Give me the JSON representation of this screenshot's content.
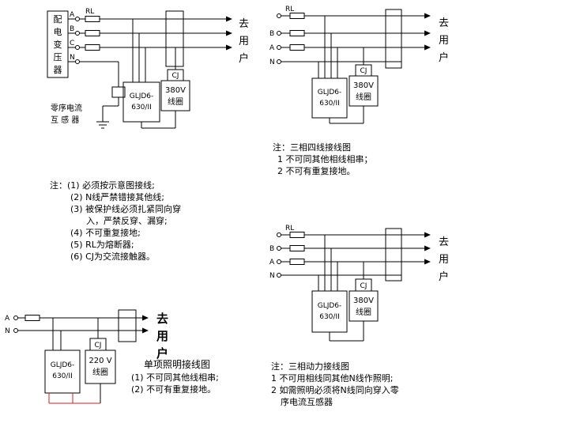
{
  "colors": {
    "line": "#000000",
    "red": "#cc2222",
    "background": "#ffffff"
  },
  "d1": {
    "transformer": [
      "配",
      "电",
      "变",
      "压",
      "器"
    ],
    "rl": "RL",
    "phases": [
      "A",
      "B",
      "C"
    ],
    "n": "N",
    "to_user": [
      "去",
      "用",
      "户"
    ],
    "ct_label": [
      "零序电流",
      "互 感 器"
    ],
    "device": [
      "GLJD6-",
      "630/II"
    ],
    "cj": "CJ",
    "coil": [
      "380V",
      "线圈"
    ]
  },
  "d2": {
    "rl": "RL",
    "phases": [
      "B",
      "A"
    ],
    "n": "N",
    "to_user": [
      "去",
      "用",
      "户"
    ],
    "device": [
      "GLJD6-",
      "630/II"
    ],
    "cj": "CJ",
    "coil": [
      "380V",
      "线圈"
    ]
  },
  "notes_d2": {
    "title": "注：三相四线接线图",
    "items": [
      "1 不可同其他相线相串；",
      "2 不可有重复接地。"
    ]
  },
  "notes_main": {
    "prefix": "注：",
    "lines": [
      "(1) 必须按示意图接线;",
      "(2) N线严禁错接其他线;",
      "(3) 被保护线必须扎紧同向穿",
      "入，严禁反穿、漏穿;",
      "(4) 不可重复接地;",
      "(5) RL为熔断器;",
      "(6) CJ为交流接触器。"
    ]
  },
  "d3": {
    "phase": "A",
    "n": "N",
    "to_user": [
      "去",
      "用",
      "户"
    ],
    "device": [
      "GLJD6-",
      "630/II"
    ],
    "cj": "CJ",
    "coil": [
      "220 V",
      "线圈"
    ]
  },
  "notes_d3": {
    "title": "单项照明接线图",
    "items": [
      "(1) 不可同其他线相串;",
      "(2) 不可有重复接地。"
    ]
  },
  "d4": {
    "rl": "RL",
    "phases": [
      "B",
      "A"
    ],
    "n": "N",
    "to_user": [
      "去",
      "用",
      "户"
    ],
    "device": [
      "GLJD6-",
      "630/II"
    ],
    "cj": "CJ",
    "coil": [
      "380V",
      "线圈"
    ]
  },
  "notes_d4": {
    "title": "注：三相动力接线图",
    "items": [
      "1  不可用相线同其他N线作照明;",
      "2  如需照明必须将N线同向穿入零",
      "序电流互感器"
    ]
  }
}
